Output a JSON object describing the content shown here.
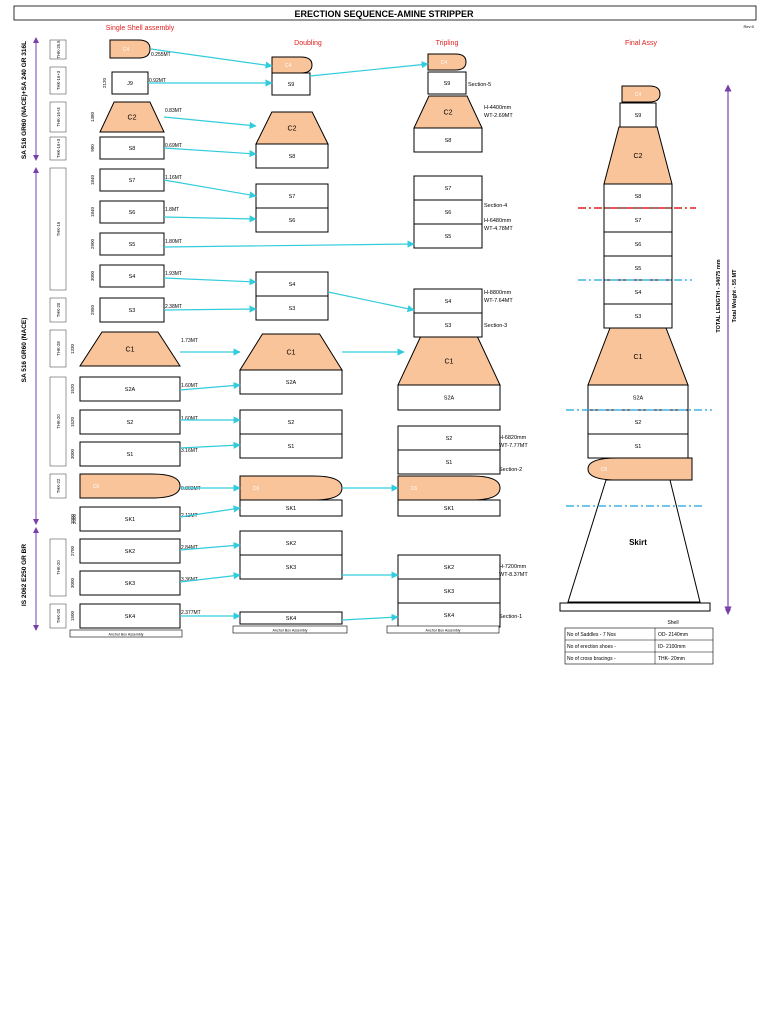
{
  "title": "ERECTION SEQUENCE-AMINE STRIPPER",
  "revision": "Rev:0",
  "headers": {
    "single": "Single Shell assembly",
    "doubling": "Doubling",
    "tripling": "Tripling",
    "final": "Final Assy"
  },
  "colors": {
    "shell_fill": "#f9c49a",
    "arrow": "#33ccdd",
    "header_red": "#e02020",
    "bracket": "#7a3fa8",
    "weld_red": "#e02020",
    "weld_blue": "#19a3dd"
  },
  "left_materials": [
    "SA 516 GR60 (NACE)+SA 240 GR 316L",
    "SA 516 GR60 (NACE)",
    "IS 2062 E250 GR BR"
  ],
  "single": {
    "parts": [
      {
        "label": "C4",
        "weight": "0.255MT",
        "height": "",
        "thk": "THK-25.5"
      },
      {
        "label": "J9",
        "weight": "0.92MT",
        "height": "2120",
        "thk": "THK-16+3"
      },
      {
        "label": "C2",
        "weight": "0.83MT",
        "height": "1380",
        "thk": "THK-16+3"
      },
      {
        "label": "S8",
        "weight": "0.69MT",
        "height": "900",
        "thk": "THK-16+3"
      },
      {
        "label": "S7",
        "weight": "1.16MT",
        "height": "1840",
        "thk": ""
      },
      {
        "label": "S6",
        "weight": "1.8MT",
        "height": "1840",
        "thk": "THK-16"
      },
      {
        "label": "S5",
        "weight": "1.80MT",
        "height": "2900",
        "thk": ""
      },
      {
        "label": "S4",
        "weight": "1.93MT",
        "height": "3000",
        "thk": ""
      },
      {
        "label": "S3",
        "weight": "2.38MT",
        "height": "2950",
        "thk": "THK-20"
      },
      {
        "label": "C1",
        "weight": "1.73MT",
        "height": "1330",
        "thk": "THK-28"
      },
      {
        "label": "S2A",
        "weight": "1.60MT",
        "height": "1520",
        "thk": ""
      },
      {
        "label": "S2",
        "weight": "1.60MT",
        "height": "1520",
        "thk": "THK-20"
      },
      {
        "label": "S1",
        "weight": "3.16MT",
        "height": "3000",
        "thk": ""
      },
      {
        "label": "C6",
        "weight": "0.803MT",
        "height": "",
        "thk": "THK-22"
      },
      {
        "label": "SK1",
        "weight": "2.11MT",
        "height": "2000",
        "thk": ""
      },
      {
        "label": "SK2",
        "weight": "2.84MT",
        "height": "2700",
        "thk": "THK-20"
      },
      {
        "label": "SK3",
        "weight": "3.36MT",
        "height": "3000",
        "thk": ""
      },
      {
        "label": "SK4",
        "weight": "2.377MT",
        "height": "1500",
        "thk": "THK-20"
      }
    ],
    "base": "Anchor Box Assembly"
  },
  "doubling": {
    "parts": [
      "C4",
      "S9",
      "C2",
      "S8",
      "S7",
      "S6",
      "S4",
      "S3",
      "C1",
      "S2A",
      "S2",
      "S1",
      "C6",
      "SK1",
      "SK2",
      "SK3",
      "SK4"
    ],
    "base": "Anchor Box Assembly"
  },
  "tripling": {
    "parts": [
      "C4",
      "S9",
      "C2",
      "S8",
      "S7",
      "S6",
      "S5",
      "S4",
      "S3",
      "C1",
      "S2A",
      "S2",
      "S1",
      "C6",
      "SK1",
      "SK2",
      "SK3",
      "SK4"
    ],
    "annotations": [
      {
        "id": "sec5",
        "text": "Section-5"
      },
      {
        "id": "h1",
        "text": "H-4400mm"
      },
      {
        "id": "w1",
        "text": "WT-2.69MT"
      },
      {
        "id": "sec4",
        "text": "Section-4"
      },
      {
        "id": "h2",
        "text": "H-6480mm"
      },
      {
        "id": "w2",
        "text": "WT-4.78MT"
      },
      {
        "id": "h3",
        "text": "H-8800mm"
      },
      {
        "id": "w3",
        "text": "WT-7.64MT"
      },
      {
        "id": "sec3",
        "text": "Section-3"
      },
      {
        "id": "h4",
        "text": "H-6820mm"
      },
      {
        "id": "w4",
        "text": "WT-7.77MT"
      },
      {
        "id": "sec2",
        "text": "Section-2"
      },
      {
        "id": "h5",
        "text": "H-7200mm"
      },
      {
        "id": "w5",
        "text": "WT-8.37MT"
      },
      {
        "id": "sec1",
        "text": "Section-1"
      }
    ],
    "base": "Anchor Box Assembly"
  },
  "final": {
    "parts": [
      "C4",
      "S9",
      "C2",
      "S8",
      "S7",
      "S6",
      "S5",
      "S4",
      "S3",
      "C1",
      "S2A",
      "S2",
      "S1",
      "C6"
    ],
    "skirt": "Skirt",
    "total_length": "TOTAL LENGTH - 34075 mm",
    "total_weight": "Total Weight - 55 MT"
  },
  "info_table": {
    "header": "Shell",
    "rows": [
      [
        "No of Saddles - 7 Nos",
        "OD- 2140mm"
      ],
      [
        "No of erection shoes -",
        "ID- 2100mm"
      ],
      [
        "No of cross bracings -",
        "THK- 20mm"
      ]
    ]
  }
}
